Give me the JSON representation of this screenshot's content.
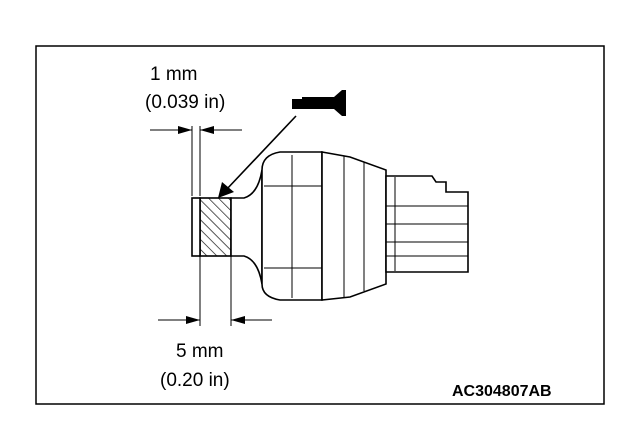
{
  "figure_id": "AC304807AB",
  "dimension_top": {
    "metric": "1 mm",
    "imperial": "(0.039 in)"
  },
  "dimension_bottom": {
    "metric": "5 mm",
    "imperial": "(0.20 in)"
  },
  "icons": {
    "applicator": "sealant-tube-icon"
  }
}
